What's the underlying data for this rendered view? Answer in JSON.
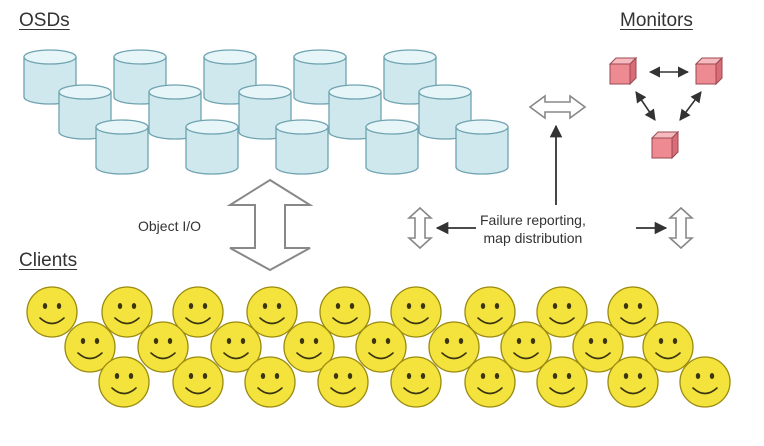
{
  "labels": {
    "osds": "OSDs",
    "monitors": "Monitors",
    "clients": "Clients",
    "object_io": "Object I/O",
    "failure_reporting": "Failure reporting,\nmap distribution"
  },
  "colors": {
    "osd_fill": "#cfe8ee",
    "osd_top": "#e6f5f8",
    "osd_stroke": "#6fa3b0",
    "monitor_front": "#ee8a92",
    "monitor_top": "#f6b9bd",
    "monitor_side": "#d96c76",
    "monitor_stroke": "#9a4a52",
    "client_fill": "#f3e33c",
    "client_stroke": "#9a8a10",
    "arrow": "#333333",
    "hollow_arrow": "#888888",
    "text": "#333333"
  },
  "icons": {
    "osd": "cylinder-disk-icon",
    "monitor": "cube-icon",
    "client": "smiley-face-icon"
  }
}
